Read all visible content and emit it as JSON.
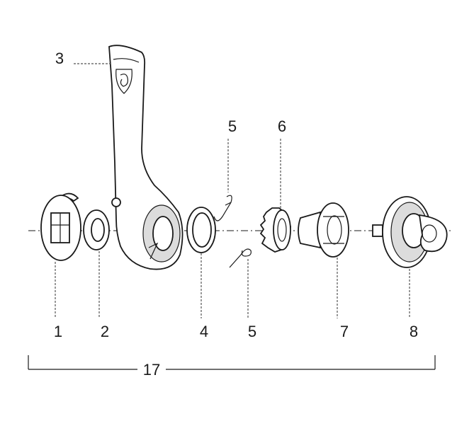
{
  "callouts": {
    "c1": "1",
    "c2": "2",
    "c3": "3",
    "c4": "4",
    "c5_top": "5",
    "c5_bottom": "5",
    "c6": "6",
    "c7": "7",
    "c8": "8",
    "c17": "17"
  },
  "icons": [
    "shield-logo-icon"
  ],
  "colors": {
    "line": "#1a1a1a",
    "background": "#ffffff"
  }
}
